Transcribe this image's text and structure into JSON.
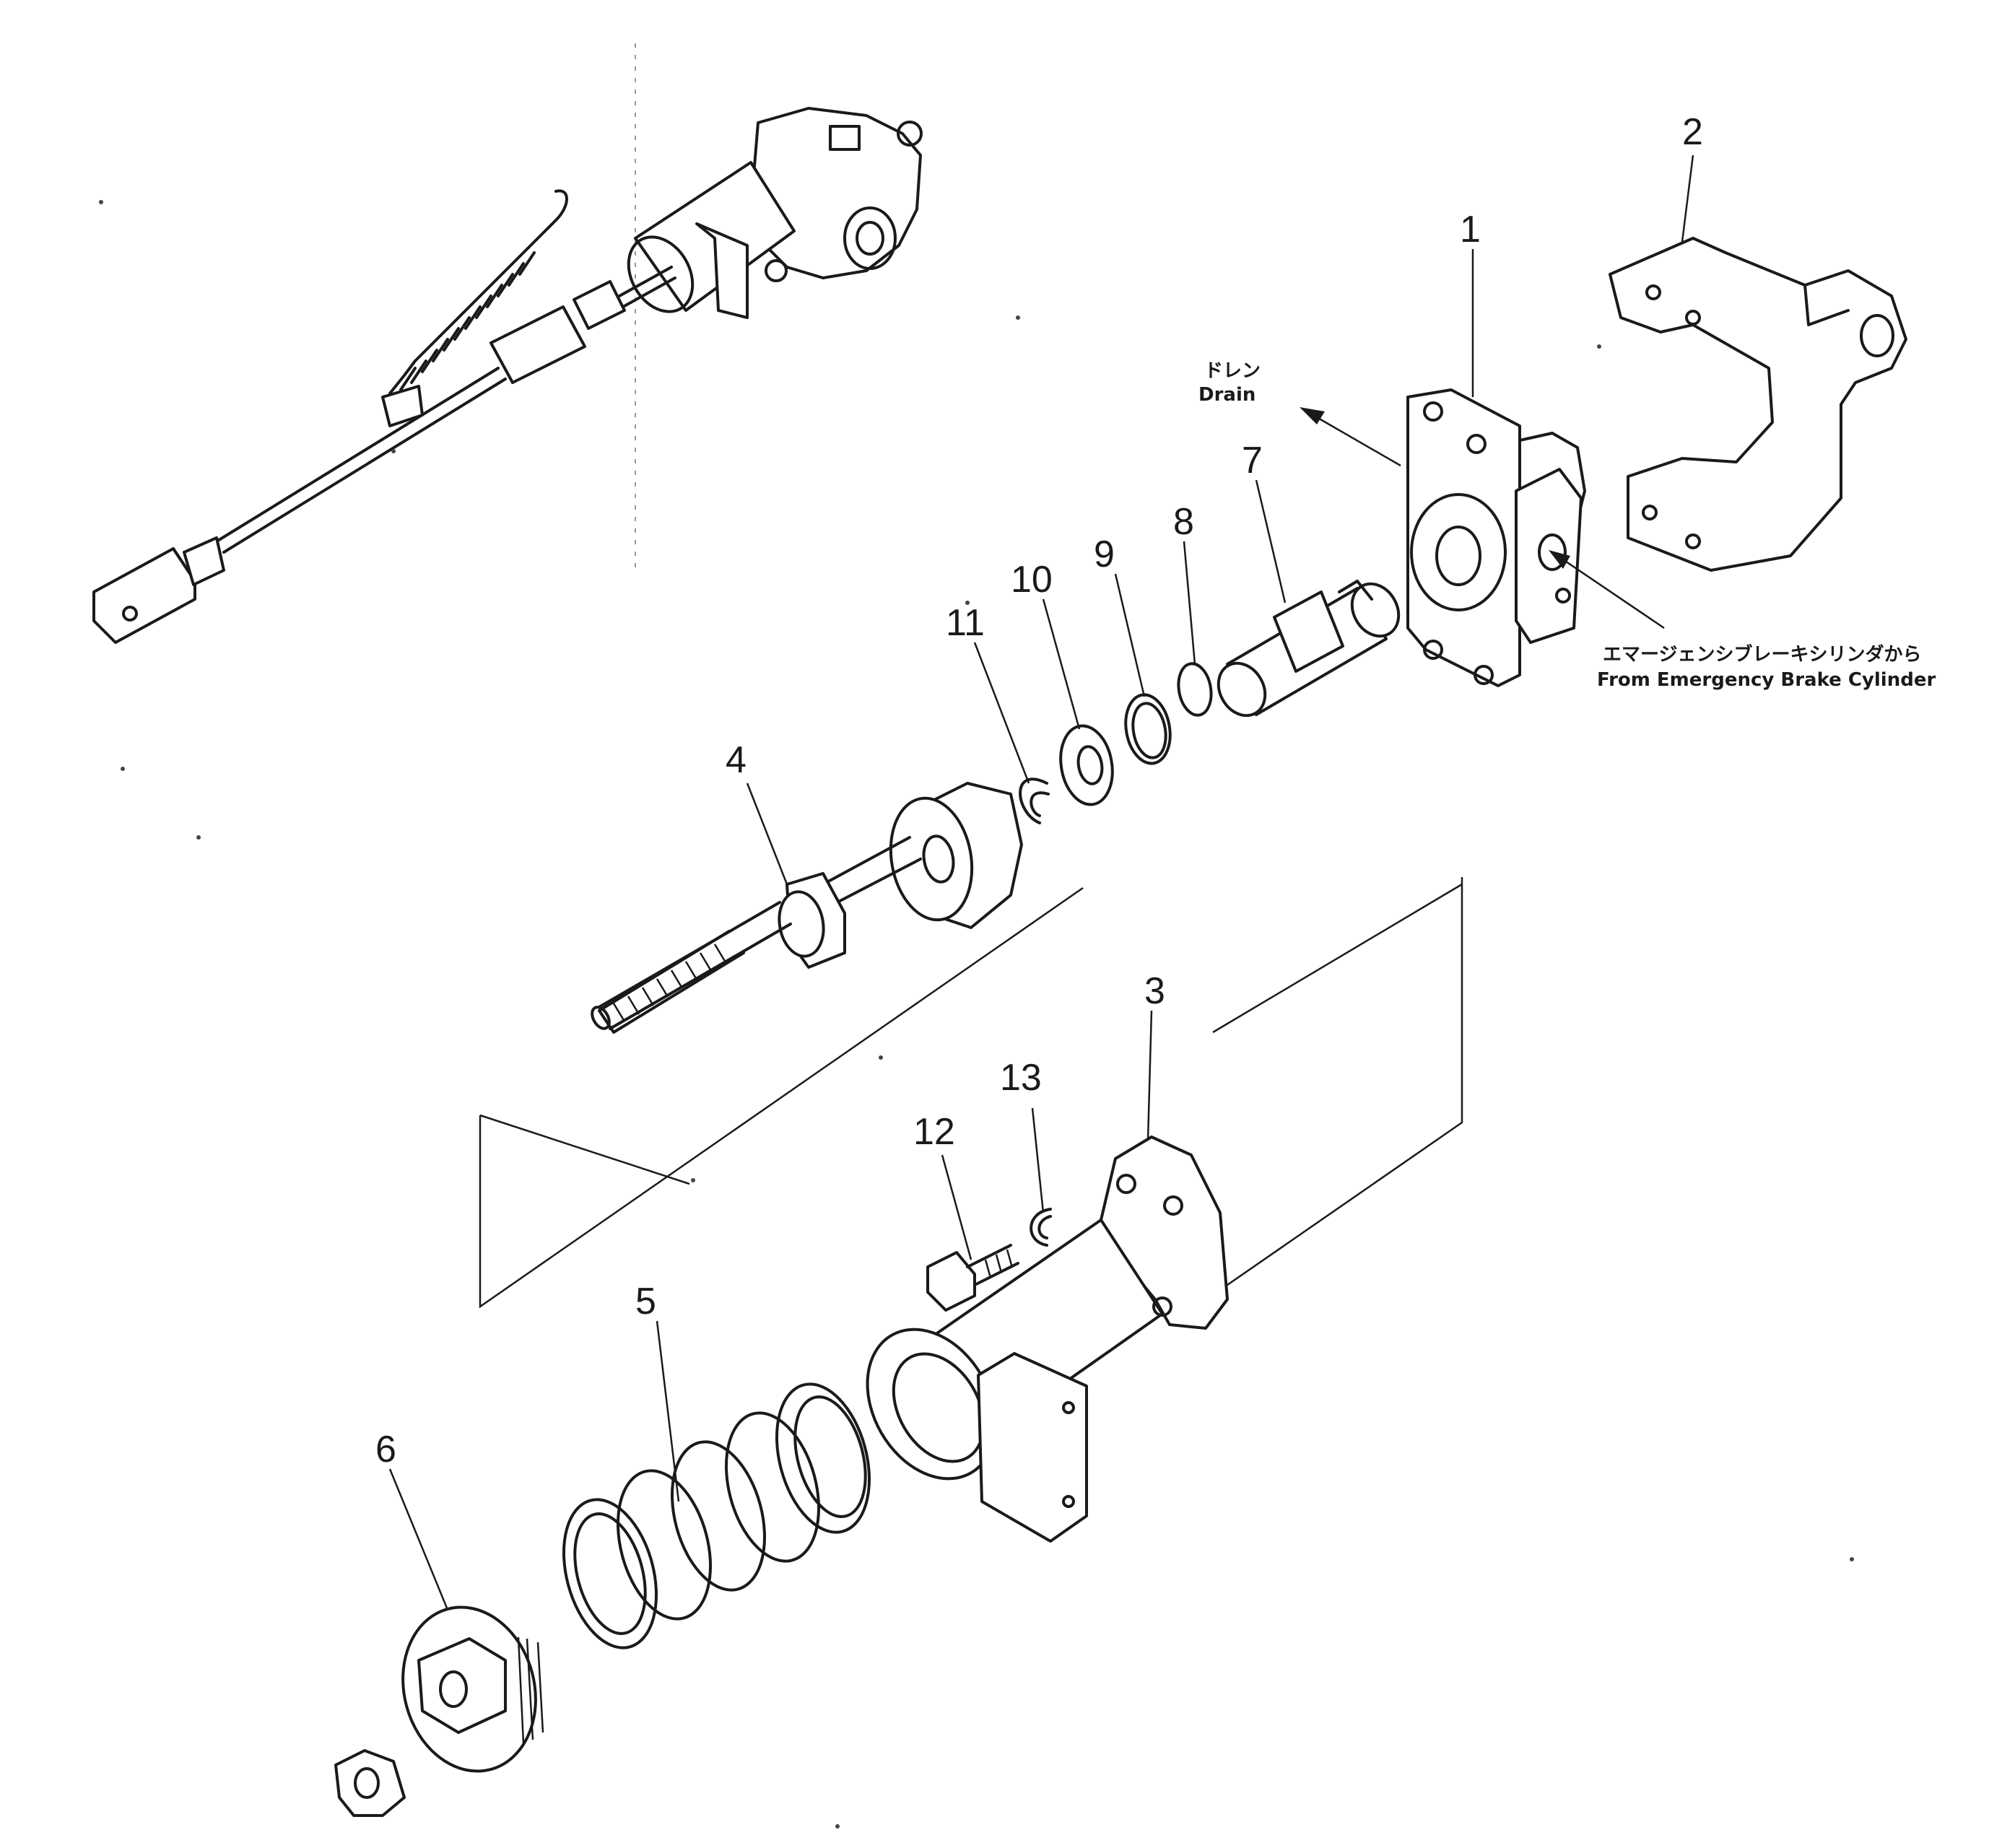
{
  "callouts": [
    {
      "id": "1",
      "label": "1"
    },
    {
      "id": "2",
      "label": "2"
    },
    {
      "id": "3",
      "label": "3"
    },
    {
      "id": "4",
      "label": "4"
    },
    {
      "id": "5",
      "label": "5"
    },
    {
      "id": "6",
      "label": "6"
    },
    {
      "id": "7",
      "label": "7"
    },
    {
      "id": "8",
      "label": "8"
    },
    {
      "id": "9",
      "label": "9"
    },
    {
      "id": "10",
      "label": "10"
    },
    {
      "id": "11",
      "label": "11"
    },
    {
      "id": "12",
      "label": "12"
    },
    {
      "id": "13",
      "label": "13"
    }
  ],
  "annotations": {
    "drain_jp": "ドレン",
    "drain_en": "Drain",
    "from_jp": "エマージェンシブレーキシリンダから",
    "from_en": "From Emergency Brake Cylinder"
  }
}
